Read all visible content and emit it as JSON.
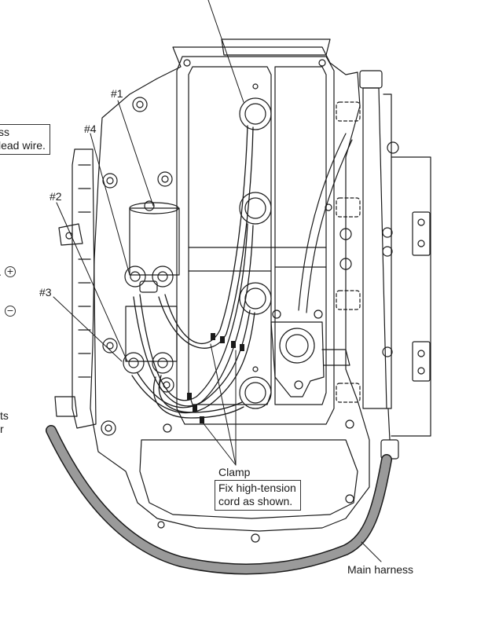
{
  "labels": {
    "coil_1": "#1",
    "coil_4": "#4",
    "coil_2": "#2",
    "coil_3": "#3",
    "clamp": "Clamp",
    "main_harness": "Main harness"
  },
  "note_box": {
    "line1": "Fix high-tension",
    "line2": "cord as shown."
  },
  "cut_box": {
    "line1": "ss",
    "line2": "lead wire."
  },
  "cut_text": {
    "a": "ts",
    "b": "r"
  },
  "symbols": {
    "plus": "+",
    "minus": "−"
  },
  "colors": {
    "line": "#1a1a1a",
    "harness_fill": "#9a9a9a"
  }
}
